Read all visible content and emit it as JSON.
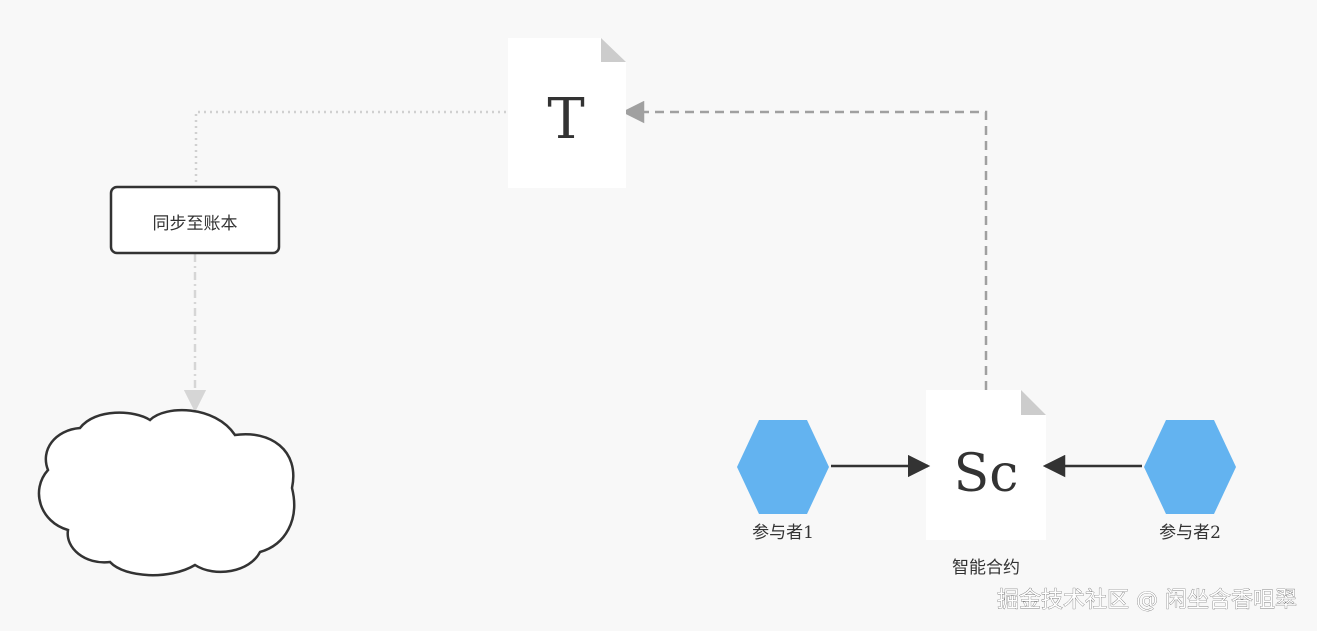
{
  "documents": {
    "token": {
      "letter": "T"
    },
    "smart_contract": {
      "letter": "Sc",
      "caption": "智能合约"
    }
  },
  "process": {
    "label": "同步至账本"
  },
  "participants": [
    {
      "label": "参与者1",
      "color": "#63b3f0"
    },
    {
      "label": "参与者2",
      "color": "#63b3f0"
    }
  ],
  "watermark": {
    "text": "掘金技术社区 @ 闲坐含香咀翠"
  },
  "colors": {
    "background": "#f8f8f8",
    "solid_arrow": "#333333",
    "dashed_arrow": "#a0a0a0",
    "dotted_arrow": "#d0d0d0",
    "hexagon": "#63b3f0"
  }
}
